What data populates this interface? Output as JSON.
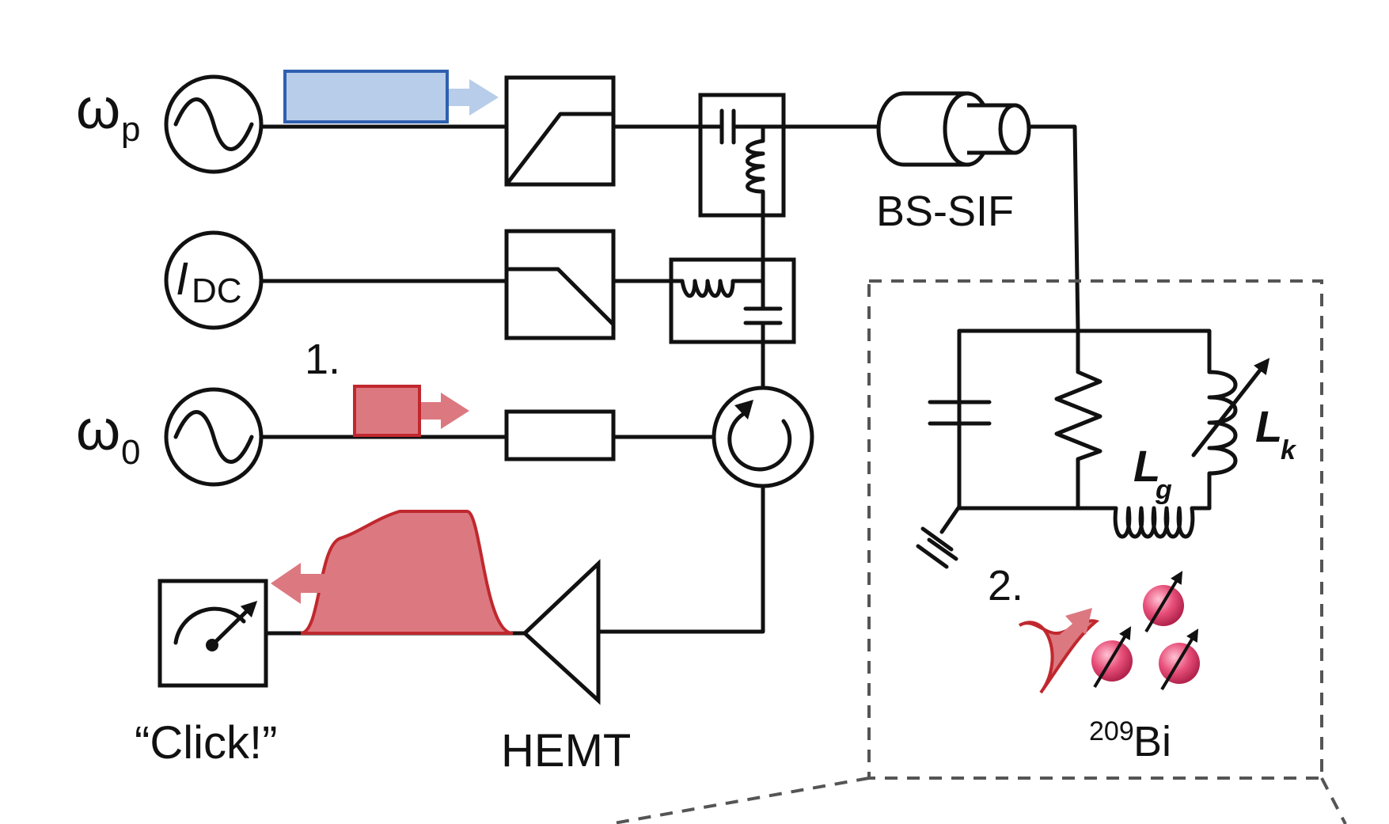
{
  "sources": {
    "pump": {
      "symbol": "ω",
      "sub": "p"
    },
    "dc": {
      "symbol": "I",
      "sub": "DC"
    },
    "probe": {
      "symbol": "ω",
      "sub": "0"
    }
  },
  "steps": {
    "one": "1.",
    "two": "2."
  },
  "labels": {
    "filter": "BS-SIF",
    "amplifier": "HEMT",
    "detector": "“Click!”",
    "inductor_g": {
      "symbol": "L",
      "sub": "g"
    },
    "inductor_k": {
      "symbol": "L",
      "sub": "k"
    },
    "isotope": {
      "mass": "209",
      "element": "Bi"
    }
  },
  "colors": {
    "pump_pulse": "#b7cde9",
    "pump_edge": "#2f5fb0",
    "probe_pulse": "#dc7880",
    "probe_edge": "#c0282e",
    "spin": "#e8507a",
    "line": "#111111",
    "dashed": "#555555"
  }
}
